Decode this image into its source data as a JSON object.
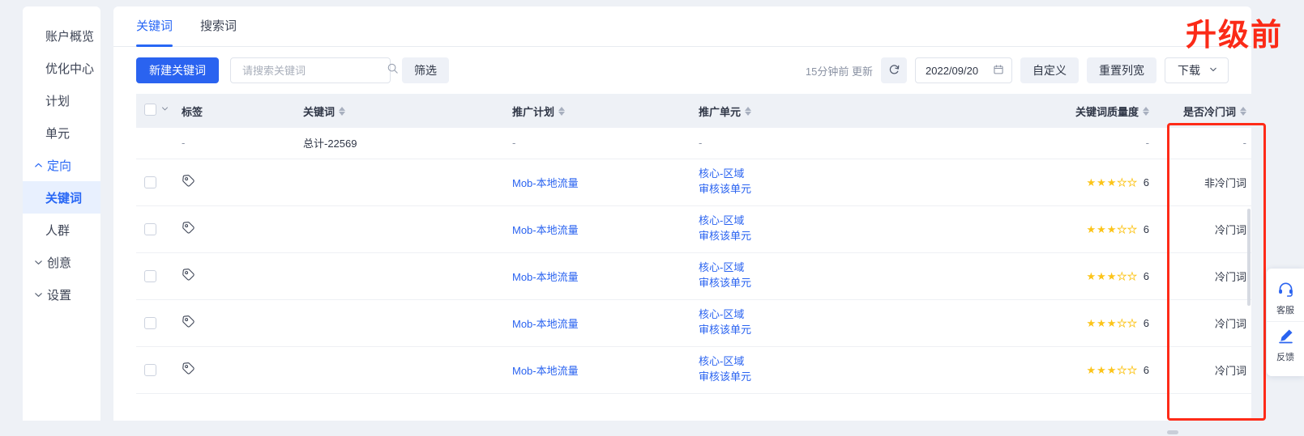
{
  "sidebar": {
    "items": [
      {
        "label": "账户概览",
        "type": "item",
        "state": "normal"
      },
      {
        "label": "优化中心",
        "type": "item",
        "state": "normal"
      },
      {
        "label": "计划",
        "type": "item",
        "state": "normal"
      },
      {
        "label": "单元",
        "type": "item",
        "state": "normal"
      },
      {
        "label": "定向",
        "type": "group",
        "state": "expanded",
        "icon": "chevron-up-icon"
      },
      {
        "label": "关键词",
        "type": "item",
        "state": "active"
      },
      {
        "label": "人群",
        "type": "item",
        "state": "normal"
      },
      {
        "label": "创意",
        "type": "group",
        "state": "collapsed",
        "icon": "chevron-down-icon"
      },
      {
        "label": "设置",
        "type": "group",
        "state": "collapsed",
        "icon": "chevron-down-icon"
      }
    ]
  },
  "tabs": [
    {
      "label": "关键词",
      "active": true
    },
    {
      "label": "搜索词",
      "active": false
    }
  ],
  "toolbar": {
    "create_label": "新建关键词",
    "search_placeholder": "请搜索关键词",
    "search_value": "",
    "filter_label": "筛选",
    "update_text": "15分钟前 更新",
    "refresh_icon": "refresh-icon",
    "date_value": "2022/09/20",
    "date_icon": "calendar-icon",
    "custom_label": "自定义",
    "reset_width_label": "重置列宽",
    "download_label": "下载",
    "download_icon": "chevron-down-icon"
  },
  "annotation": {
    "label": "升级前",
    "color": "#fb2a17"
  },
  "table": {
    "columns": [
      {
        "key": "select",
        "label": "",
        "sortable": false
      },
      {
        "key": "tag",
        "label": "标签",
        "sortable": false
      },
      {
        "key": "keyword",
        "label": "关键词",
        "sortable": true
      },
      {
        "key": "plan",
        "label": "推广计划",
        "sortable": true
      },
      {
        "key": "unit",
        "label": "推广单元",
        "sortable": true
      },
      {
        "key": "quality",
        "label": "关键词质量度",
        "sortable": true
      },
      {
        "key": "cold",
        "label": "是否冷门词",
        "sortable": true
      }
    ],
    "summary": {
      "tag": "-",
      "keyword": "总计-22569",
      "plan": "-",
      "unit": "-",
      "quality": "-",
      "cold": "-"
    },
    "rows": [
      {
        "tag_icon": "tag-icon",
        "keyword": "",
        "plan": "Mob-本地流量",
        "unit_line1": "核心-区域",
        "unit_line2": "审核该单元",
        "stars_filled": 3,
        "stars_total": 5,
        "score": "6",
        "cold": "非冷门词"
      },
      {
        "tag_icon": "tag-icon",
        "keyword": "",
        "plan": "Mob-本地流量",
        "unit_line1": "核心-区域",
        "unit_line2": "审核该单元",
        "stars_filled": 3,
        "stars_total": 5,
        "score": "6",
        "cold": "冷门词"
      },
      {
        "tag_icon": "tag-icon",
        "keyword": "",
        "plan": "Mob-本地流量",
        "unit_line1": "核心-区域",
        "unit_line2": "审核该单元",
        "stars_filled": 3,
        "stars_total": 5,
        "score": "6",
        "cold": "冷门词"
      },
      {
        "tag_icon": "tag-icon",
        "keyword": "",
        "plan": "Mob-本地流量",
        "unit_line1": "核心-区域",
        "unit_line2": "审核该单元",
        "stars_filled": 3,
        "stars_total": 5,
        "score": "6",
        "cold": "冷门词"
      },
      {
        "tag_icon": "tag-icon",
        "keyword": "",
        "plan": "Mob-本地流量",
        "unit_line1": "核心-区域",
        "unit_line2": "审核该单元",
        "stars_filled": 3,
        "stars_total": 5,
        "score": "6",
        "cold": "冷门词"
      }
    ]
  },
  "dock": [
    {
      "label": "客服",
      "icon": "headset-icon"
    },
    {
      "label": "反馈",
      "icon": "pencil-icon"
    }
  ],
  "colors": {
    "primary": "#2a63f0",
    "link": "#2a63f0",
    "star": "#fcc419",
    "annotation": "#fb2a17",
    "header_bg": "#eef1f6"
  }
}
